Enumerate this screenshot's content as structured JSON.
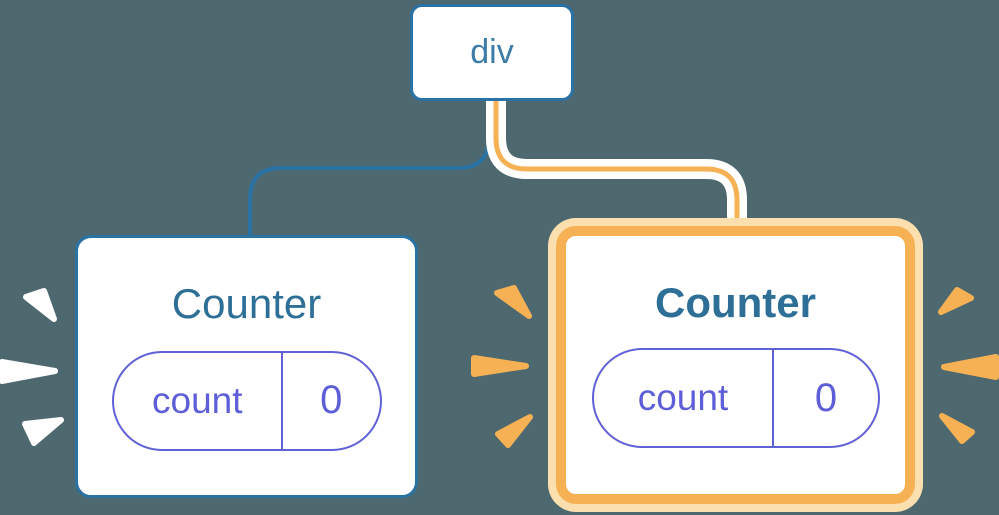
{
  "diagram": {
    "description": "React render tree: a div root with two Counter children; the right Counter is highlighted as freshly mounted with new state",
    "root_node": {
      "label": "div"
    },
    "left_counter": {
      "title": "Counter",
      "highlighted": false,
      "state": {
        "name": "count",
        "value": "0"
      }
    },
    "right_counter": {
      "title": "Counter",
      "highlighted": true,
      "state": {
        "name": "count",
        "value": "0"
      }
    },
    "colors": {
      "background": "#4d686f",
      "node_border_blue": "#2a72a4",
      "node_text_blue": "#3d7ca6",
      "title_blue": "#2d6f96",
      "state_purple": "#5e5ed9",
      "highlight_orange": "#f6b154",
      "highlight_light_orange": "#fbdfae",
      "sparkle_white": "#ffffff"
    }
  }
}
